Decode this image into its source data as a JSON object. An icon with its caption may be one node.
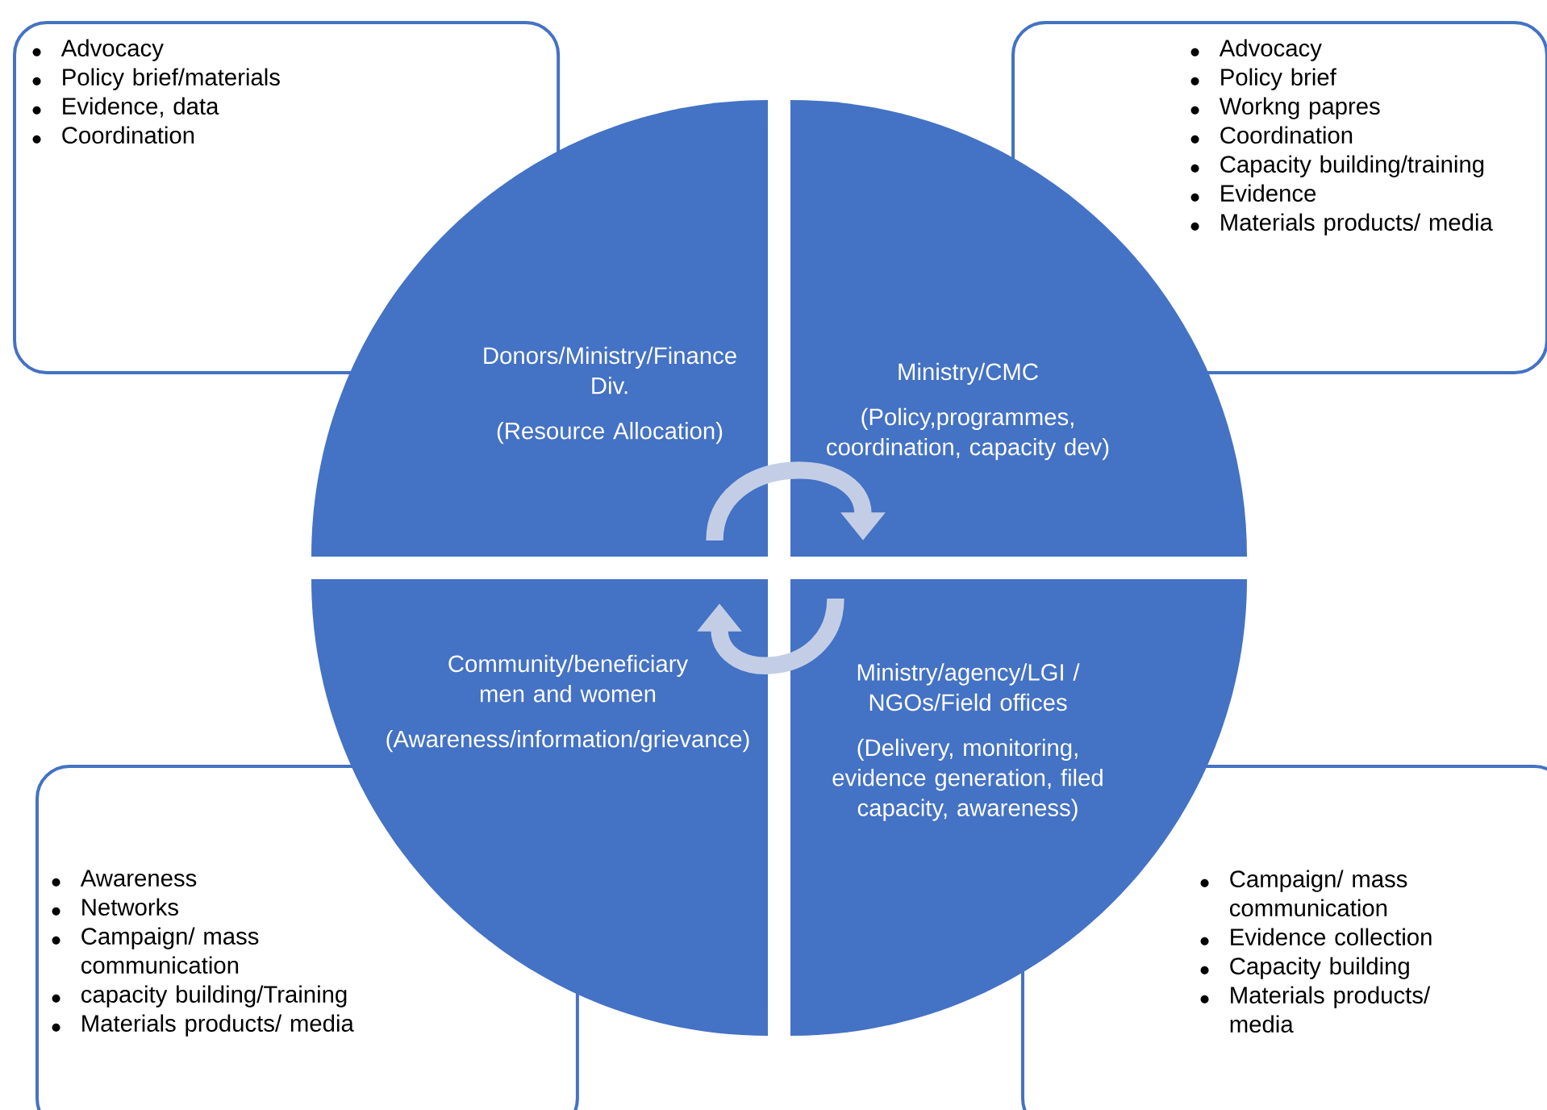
{
  "diagram": {
    "nodes": [
      {
        "text": [
          "Advocacy",
          "Policy brief/materials",
          "Evidence, data",
          "Coordination"
        ]
      },
      {
        "text": [
          "Advocacy",
          "Policy brief",
          "Workng papres",
          "Coordination",
          "Capacity building/training",
          "Evidence",
          "Materials products/ media"
        ]
      },
      {
        "text": [
          "Donors/Ministry/Finance Div.",
          "(Resource Allocation)"
        ]
      },
      {
        "text": [
          "Ministry/CMC",
          "(Policy,programmes, coordination, capacity dev)"
        ]
      },
      {
        "text": [
          "Community/beneficiary men and women",
          "(Awareness/information/grievance)"
        ]
      },
      {
        "text": [
          "Ministry/agency/LGI / NGOs/Field offices",
          "(Delivery, monitoring, evidence generation, filed capacity, awareness)"
        ]
      },
      {
        "text": [
          "Awareness",
          "Networks",
          "Campaign/ mass communication",
          "capacity building/Training",
          "Materials products/ media"
        ]
      },
      {
        "text": [
          "Campaign/ mass communication",
          "Evidence collection",
          "Capacity building",
          "Materials products/ media"
        ]
      }
    ],
    "edges": [
      {
        "from": 2,
        "to": 3,
        "arrow": "to"
      },
      {
        "from": 5,
        "to": 4,
        "arrow": "to"
      }
    ]
  }
}
